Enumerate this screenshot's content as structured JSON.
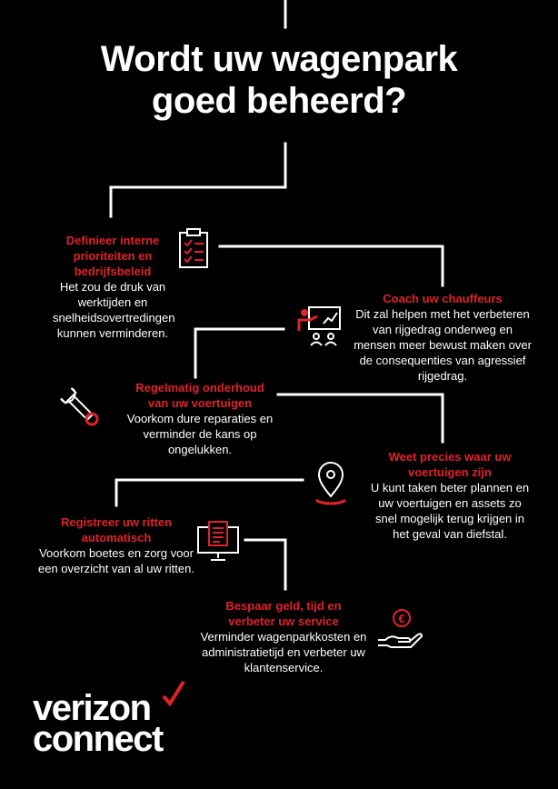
{
  "title": {
    "line1": "Wordt uw wagenpark",
    "line2": "goed beheerd?"
  },
  "steps": [
    {
      "head": [
        "Definieer interne",
        "prioriteiten en",
        "bedrijfsbeleid"
      ],
      "body": [
        "Het zou de druk van",
        "werktijden en",
        "snelheidsovertredingen",
        "kunnen verminderen."
      ],
      "icon": "clipboard-checklist-icon"
    },
    {
      "head": [
        "Coach uw chauffeurs"
      ],
      "body": [
        "Dit zal helpen met het verbeteren",
        "van rijgedrag onderweg en",
        "mensen meer bewust maken over",
        "de consequenties van agressief",
        "rijgedrag."
      ],
      "icon": "presentation-coach-icon"
    },
    {
      "head": [
        "Regelmatig onderhoud",
        "van uw voertuigen"
      ],
      "body": [
        "Voorkom dure reparaties en",
        "verminder de kans op",
        "ongelukken."
      ],
      "icon": "wrench-icon"
    },
    {
      "head": [
        "Weet precies waar uw",
        "voertuigen zijn"
      ],
      "body": [
        "U kunt taken beter plannen en",
        "uw voertuigen en assets zo",
        "snel mogelijk terug krijgen in",
        "het geval van diefstal."
      ],
      "icon": "location-pin-icon"
    },
    {
      "head": [
        "Registreer uw ritten",
        "automatisch"
      ],
      "body": [
        "Voorkom boetes en zorg voor",
        "een overzicht van al uw ritten."
      ],
      "icon": "monitor-document-icon"
    },
    {
      "head": [
        "Bespaar geld, tijd en",
        "verbeter uw service"
      ],
      "body": [
        "Verminder wagenparkkosten en",
        "administratietijd en verbeter uw",
        "klantenservice."
      ],
      "icon": "euro-hand-icon"
    }
  ],
  "logo": {
    "line1": "verizon",
    "line2": "connect"
  },
  "colors": {
    "accent": "#e0222a",
    "background": "#000000",
    "text": "#ffffff"
  }
}
